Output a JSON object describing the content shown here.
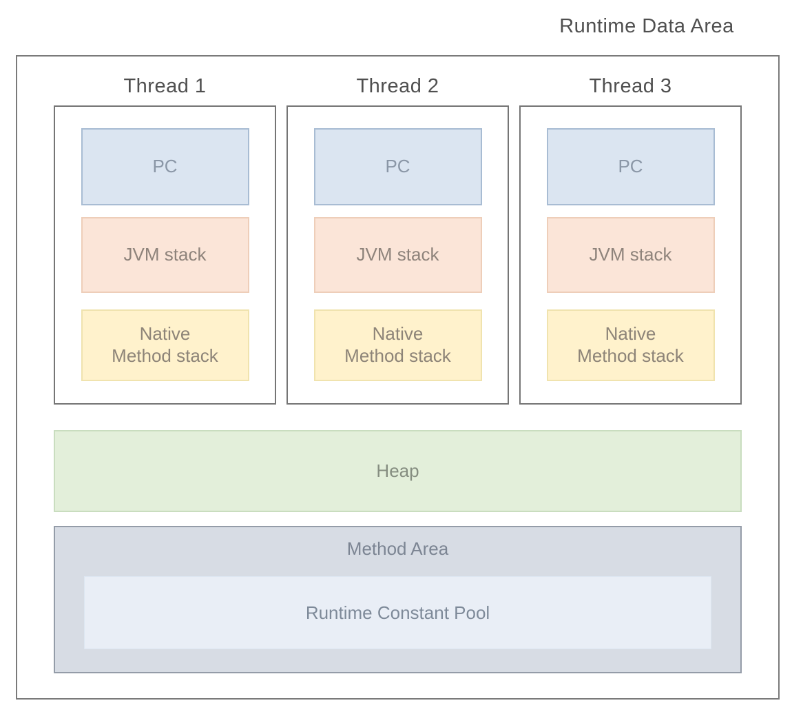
{
  "title": "Runtime Data Area",
  "diagram": {
    "threads": [
      {
        "label": "Thread 1",
        "pc": "PC",
        "jvm_stack": "JVM stack",
        "native_method_stack": "Native\nMethod stack"
      },
      {
        "label": "Thread 2",
        "pc": "PC",
        "jvm_stack": "JVM stack",
        "native_method_stack": "Native\nMethod stack"
      },
      {
        "label": "Thread 3",
        "pc": "PC",
        "jvm_stack": "JVM stack",
        "native_method_stack": "Native\nMethod stack"
      }
    ],
    "heap": {
      "label": "Heap"
    },
    "method_area": {
      "label": "Method Area",
      "runtime_constant_pool": {
        "label": "Runtime Constant Pool"
      }
    }
  },
  "colors": {
    "pc_fill": "#dbe5f1",
    "pc_border": "#a8bcd3",
    "jvm_stack_fill": "#fbe5d8",
    "jvm_stack_border": "#eeceb9",
    "native_stack_fill": "#fff2cc",
    "native_stack_border": "#f0e3ae",
    "heap_fill": "#e3efda",
    "heap_border": "#c9ddbf",
    "method_area_fill": "#d7dce4",
    "method_area_border": "#949ca8",
    "runtime_constant_pool_fill": "#e9eef6",
    "outline_gray": "#7a7a7a",
    "heading_text": "#4f4f4f",
    "muted_label_text": "#85888c"
  }
}
